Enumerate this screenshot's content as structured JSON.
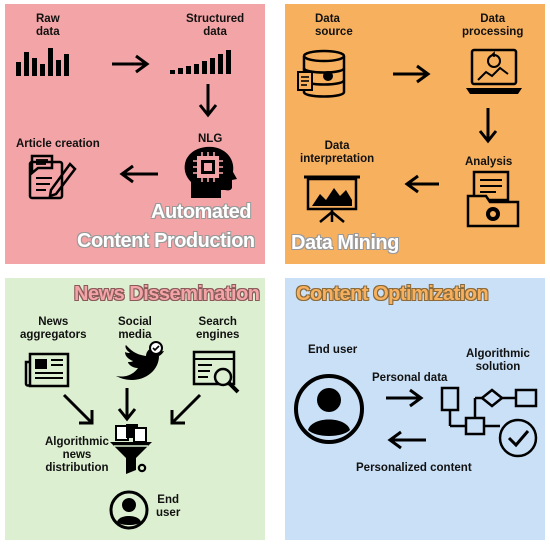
{
  "panels": {
    "content_production": {
      "title_line1": "Automated",
      "title_line2": "Content Production",
      "raw_data_1": "Raw",
      "raw_data_2": "data",
      "structured_1": "Structured",
      "structured_2": "data",
      "nlg": "NLG",
      "article": "Article creation"
    },
    "data_mining": {
      "title": "Data Mining",
      "source_1": "Data",
      "source_2": "source",
      "processing_1": "Data",
      "processing_2": "processing",
      "analysis": "Analysis",
      "interp_1": "Data",
      "interp_2": "interpretation"
    },
    "dissemination": {
      "title": "News Dissemination",
      "aggr_1": "News",
      "aggr_2": "aggregators",
      "social_1": "Social",
      "social_2": "media",
      "search_1": "Search",
      "search_2": "engines",
      "algo_1": "Algorithmic",
      "algo_2": "news",
      "algo_3": "distribution",
      "end_1": "End",
      "end_2": "user"
    },
    "optimization": {
      "title": "Content Optimization",
      "end_user": "End user",
      "personal_data": "Personal data",
      "algo_1": "Algorithmic",
      "algo_2": "solution",
      "personalized": "Personalized content"
    }
  },
  "colors": {
    "content_production_bg": "#f3a4a6",
    "data_mining_bg": "#f7b05e",
    "dissemination_bg": "#dcefd0",
    "optimization_bg": "#c9e0f7"
  }
}
